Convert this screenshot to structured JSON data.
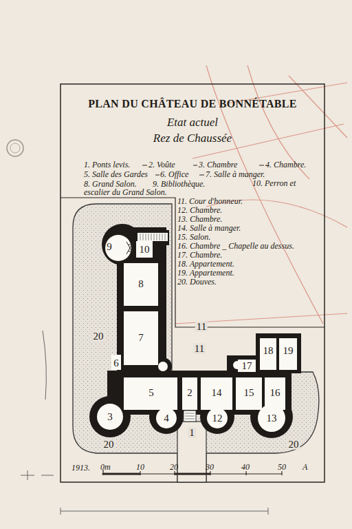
{
  "diagram": {
    "title": "PLAN DU CHÂTEAU DE BONNÉTABLE",
    "labels": [
      "Etat actuel",
      "Rez de Chaussée",
      "1. Ponts levis.",
      "2. Voûte",
      "3. Chambre",
      "4. Chambre.",
      "5. Salle des Gardes",
      "6. Office",
      "7. Salle à manger.",
      "8. Grand Salon.",
      "9. Bibliothèque.",
      "10. Perron et escalier du Grand Salon.",
      "11. Cour d'honneur.",
      "12. Chambre.",
      "13. Chambre.",
      "14. Salle à manger.",
      "15. Salon.",
      "16. Chambre _ Chapelle au dessus.",
      "17. Chambre.",
      "18. Appartement.",
      "19. Appartement.",
      "20. Douves.",
      "9",
      "10",
      "8",
      "7",
      "20",
      "6",
      "5",
      "3",
      "4",
      "2",
      "1",
      "12",
      "14",
      "15",
      "16",
      "13",
      "17",
      "18",
      "19",
      "11",
      "11",
      "20",
      "20",
      "1913.",
      "0m",
      "10",
      "20",
      "30",
      "40",
      "50",
      "A"
    ]
  }
}
